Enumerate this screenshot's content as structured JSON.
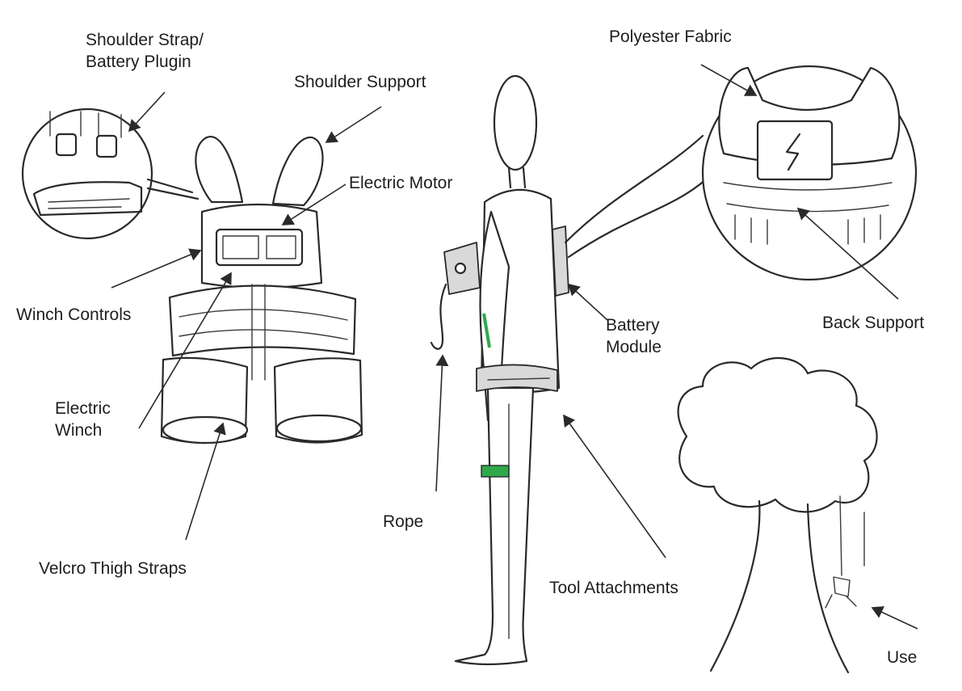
{
  "colors": {
    "ink": "#1e1e1e",
    "accent_green": "#2fa84a",
    "shade": "#d9d9d9"
  },
  "labels": {
    "shoulder_strap_line1": "Shoulder Strap/",
    "shoulder_strap_line2": "Battery Plugin",
    "shoulder_support": "Shoulder Support",
    "electric_motor": "Electric Motor",
    "winch_controls": "Winch Controls",
    "electric_winch_line1": "Electric",
    "electric_winch_line2": "Winch",
    "velcro_thigh_straps": "Velcro Thigh Straps",
    "rope": "Rope",
    "tool_attachments": "Tool Attachments",
    "battery_module_line1": "Battery",
    "battery_module_line2": "Module",
    "polyester_fabric": "Polyester Fabric",
    "back_support": "Back Support",
    "use": "Use"
  }
}
